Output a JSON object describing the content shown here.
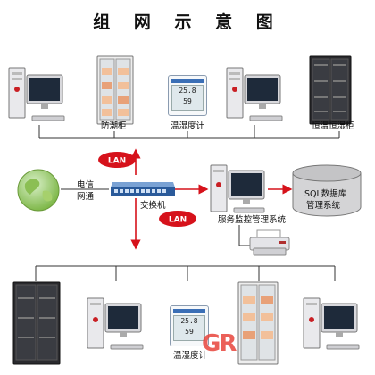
{
  "title": "组 网 示 意 图",
  "top_row": {
    "cabinet1_label": "防潮柜",
    "meter_label": "温湿度计",
    "cabinet2_label": "恒温恒湿柜"
  },
  "middle": {
    "network_label_1": "电信",
    "network_label_2": "网通",
    "lan_1": "LAN",
    "lan_2": "LAN",
    "switch_label": "交换机",
    "server_label": "服务监控管理系统",
    "db_label_1": "SQL数据库",
    "db_label_2": "管理系统"
  },
  "bottom_row": {
    "meter_label": "温湿度计"
  },
  "meter_readings": {
    "temperature": "25.8",
    "humidity": "59"
  },
  "watermark": "GR",
  "colors": {
    "lan_badge": "#d6121b",
    "line": "#333333",
    "switch": "#2a5a9a",
    "watermark": "#e8453c"
  }
}
